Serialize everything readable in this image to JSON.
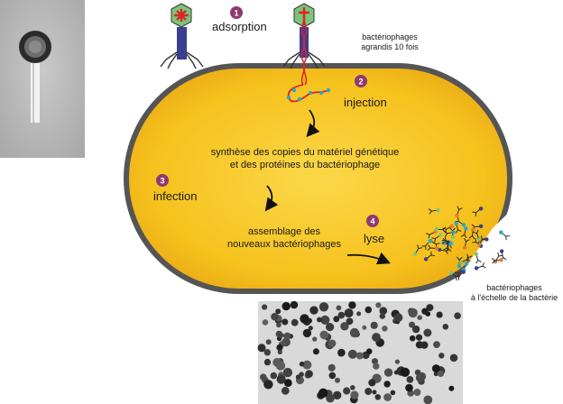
{
  "steps": [
    {
      "number": "1",
      "label": "adsorption"
    },
    {
      "number": "2",
      "label": "injection"
    },
    {
      "number": "3",
      "label": "infection"
    },
    {
      "number": "4",
      "label": "lyse"
    }
  ],
  "scale_note": {
    "line1": "bactériophages",
    "line2": "agrandis 10 fois"
  },
  "synthesis": {
    "line1": "synthèse des copies du matériel génétique",
    "line2": "et des protéines du bactériophage"
  },
  "assembly": {
    "line1": "assemblage des",
    "line2": "nouveaux bactériophages"
  },
  "bacteria_scale": {
    "line1": "bactériophages",
    "line2": "à l'échelle de la bactérie"
  },
  "colors": {
    "cell_fill": "#f6c21d",
    "cell_border": "#555555",
    "step_badge": "#8e3a6e",
    "phage_head": "#7cc576",
    "phage_tail": "#3a3f8f",
    "dna": "#d9262c",
    "protein": "#2aa7c9"
  }
}
